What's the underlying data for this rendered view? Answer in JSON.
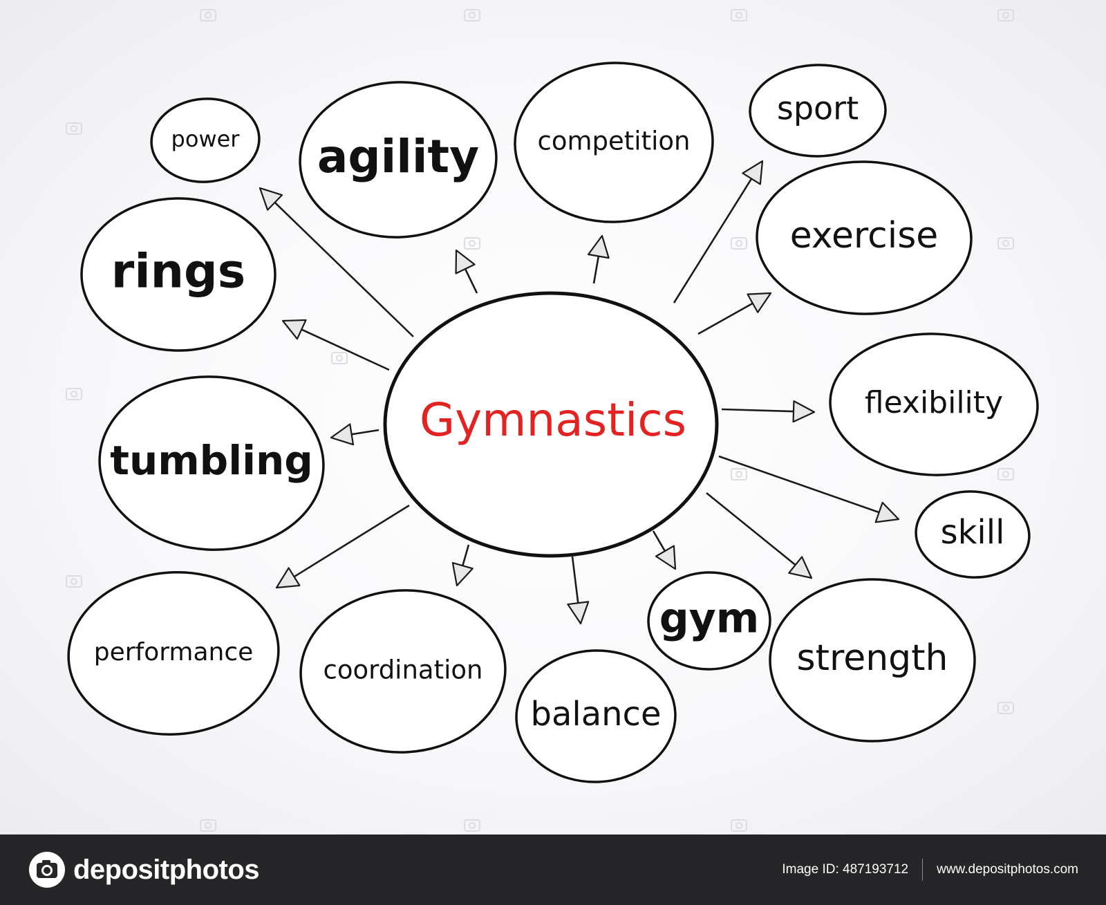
{
  "diagram": {
    "center": {
      "label": "Gymnastics",
      "color": "#e32222"
    },
    "nodes": [
      {
        "id": "power",
        "label": "power"
      },
      {
        "id": "agility",
        "label": "agility"
      },
      {
        "id": "competition",
        "label": "competition"
      },
      {
        "id": "sport",
        "label": "sport"
      },
      {
        "id": "rings",
        "label": "rings"
      },
      {
        "id": "exercise",
        "label": "exercise"
      },
      {
        "id": "flexibility",
        "label": "flexibility"
      },
      {
        "id": "tumbling",
        "label": "tumbling"
      },
      {
        "id": "skill",
        "label": "skill"
      },
      {
        "id": "performance",
        "label": "performance"
      },
      {
        "id": "coordination",
        "label": "coordination"
      },
      {
        "id": "balance",
        "label": "balance"
      },
      {
        "id": "gym",
        "label": "gym"
      },
      {
        "id": "strength",
        "label": "strength"
      }
    ],
    "edges": [
      {
        "from": "Gymnastics",
        "to": "power"
      },
      {
        "from": "Gymnastics",
        "to": "agility"
      },
      {
        "from": "Gymnastics",
        "to": "competition"
      },
      {
        "from": "Gymnastics",
        "to": "sport"
      },
      {
        "from": "Gymnastics",
        "to": "rings"
      },
      {
        "from": "Gymnastics",
        "to": "exercise"
      },
      {
        "from": "Gymnastics",
        "to": "flexibility"
      },
      {
        "from": "Gymnastics",
        "to": "tumbling"
      },
      {
        "from": "Gymnastics",
        "to": "skill"
      },
      {
        "from": "Gymnastics",
        "to": "performance"
      },
      {
        "from": "Gymnastics",
        "to": "coordination"
      },
      {
        "from": "Gymnastics",
        "to": "balance"
      },
      {
        "from": "Gymnastics",
        "to": "gym"
      },
      {
        "from": "Gymnastics",
        "to": "strength"
      }
    ]
  },
  "footer": {
    "brand": "depositphotos",
    "image_id": "Image ID: 487193712",
    "url": "www.depositphotos.com"
  },
  "colors": {
    "footer_bg": "#262628",
    "footer_text": "#ffffff",
    "ink": "#111111",
    "accent_red": "#e32222"
  },
  "watermark": "depositphotos"
}
